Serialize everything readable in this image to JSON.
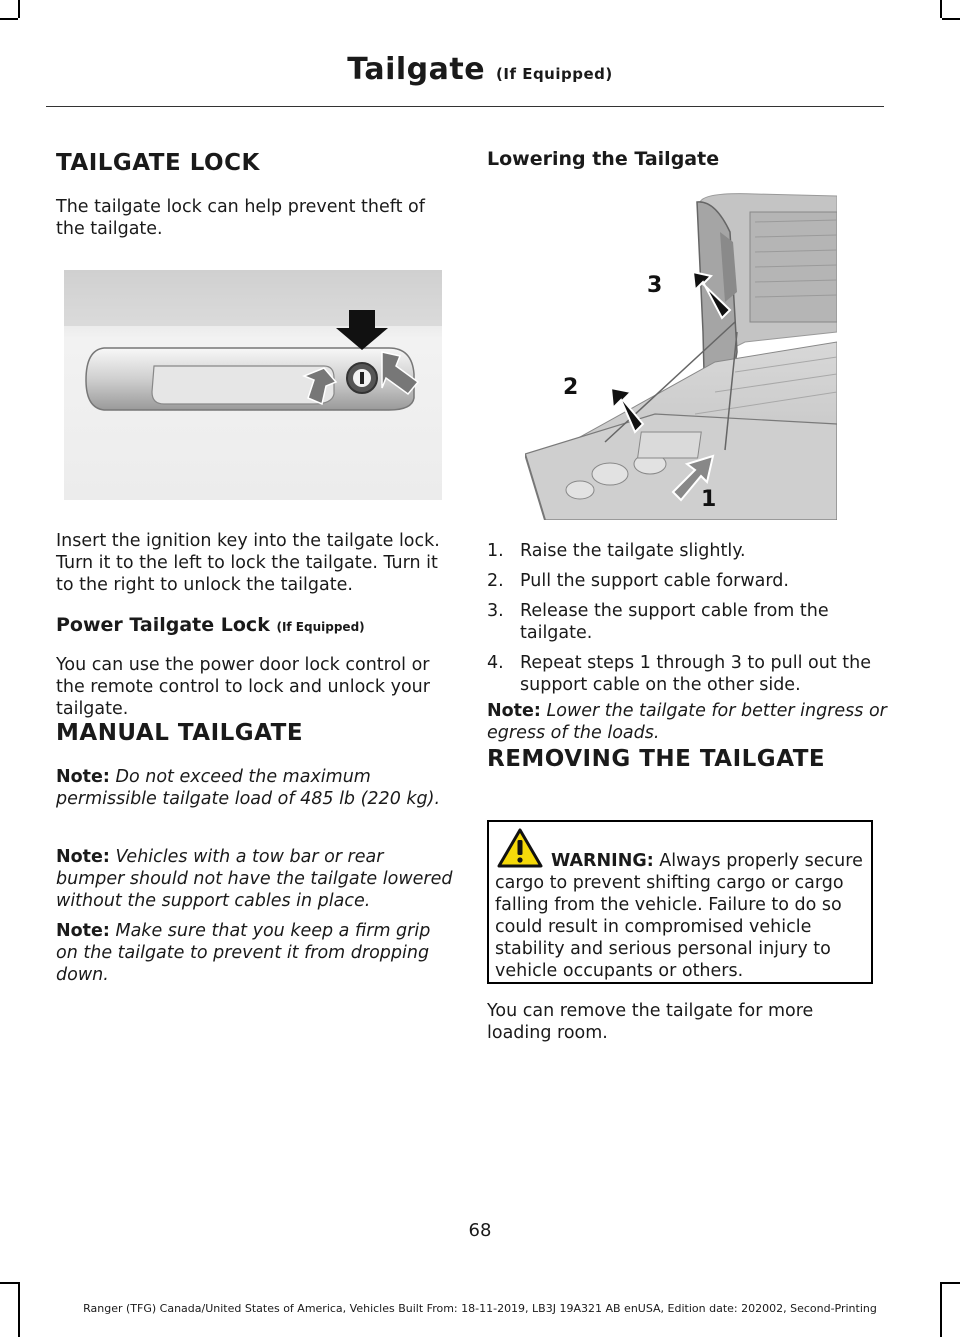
{
  "header": {
    "title": "Tailgate",
    "title_suffix": "(If Equipped)"
  },
  "left": {
    "h_lock": "TAILGATE LOCK",
    "p_lock": "The tailgate lock can help prevent theft of the tailgate.",
    "p_insert": "Insert the ignition key into the tailgate lock. Turn it to the left to lock the tailgate.  Turn it to the right to unlock the tailgate.",
    "h_power": "Power Tailgate Lock",
    "h_power_suffix": "(If Equipped)",
    "p_power": "You can use the power door lock control or the remote control to lock and unlock your tailgate.",
    "h_manual": "MANUAL TAILGATE",
    "notes": [
      {
        "label": "Note:",
        "text": "Do not exceed the maximum permissible tailgate load of 485 lb (220 kg)."
      },
      {
        "label": "Note:",
        "text": "Vehicles with a tow bar or rear bumper should not have the tailgate lowered without the support cables in place."
      },
      {
        "label": "Note:",
        "text": "Make sure that you keep a firm grip on the tailgate to prevent it from dropping down."
      }
    ]
  },
  "right": {
    "h_lowering": "Lowering the Tailgate",
    "figure_callouts": [
      "1",
      "2",
      "3"
    ],
    "steps": [
      {
        "n": "1.",
        "text": "Raise the tailgate slightly."
      },
      {
        "n": "2.",
        "text": "Pull the support cable forward."
      },
      {
        "n": "3.",
        "text": "Release the support cable from the tailgate."
      },
      {
        "n": "4.",
        "text": "Repeat steps 1 through 3 to pull out the support cable on the other side."
      }
    ],
    "note": {
      "label": "Note:",
      "text": "Lower the tailgate for better ingress or egress of the loads."
    },
    "h_removing": "REMOVING THE TAILGATE",
    "warning": {
      "label": "WARNING:",
      "text": "Always properly secure cargo to prevent shifting cargo or cargo falling from the vehicle. Failure to do so could result in compromised vehicle stability and serious personal injury to vehicle occupants or others."
    },
    "p_remove": "You can remove the tailgate for more loading room."
  },
  "page_number": "68",
  "footer": "Ranger (TFG) Canada/United States of America, Vehicles Built From: 18-11-2019, LB3J 19A321 AB enUSA, Edition date: 202002, Second-Printing"
}
